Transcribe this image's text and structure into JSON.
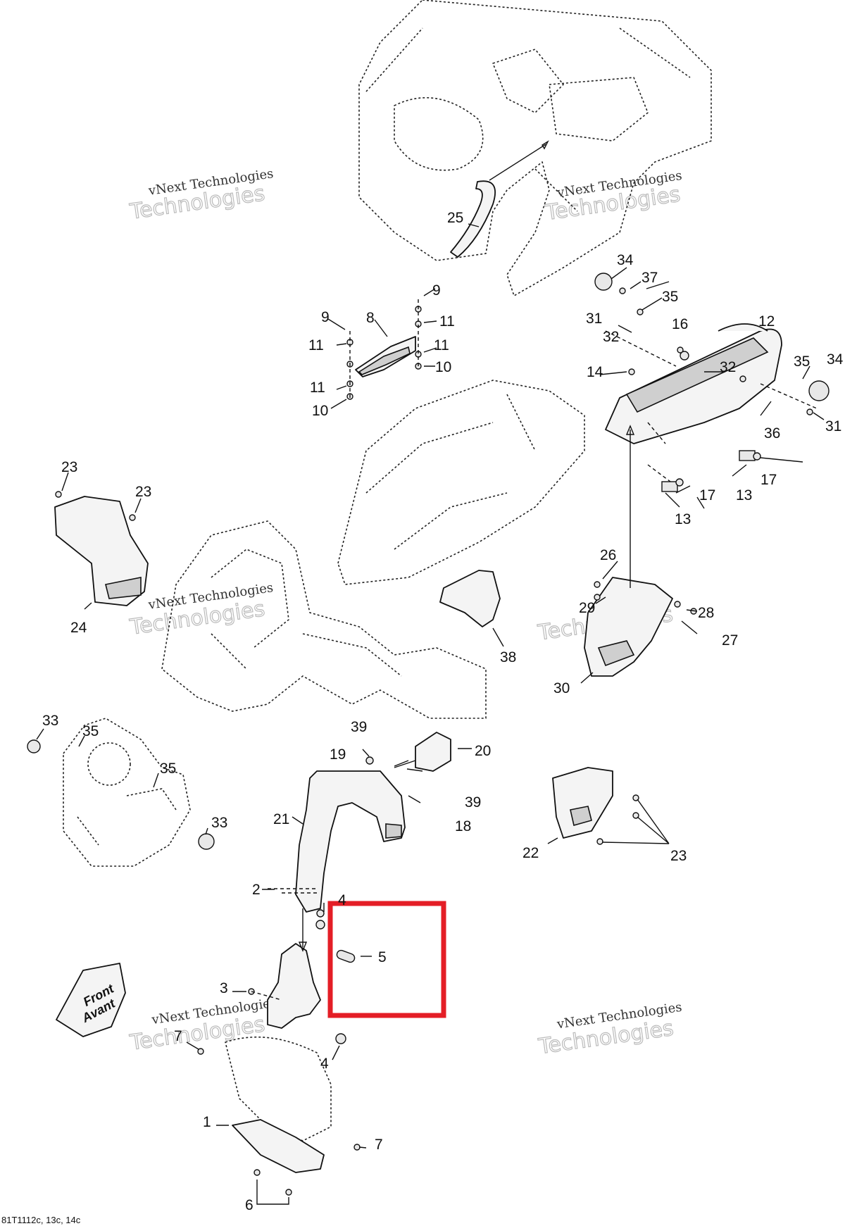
{
  "callouts": {
    "c1": "1",
    "c2": "2",
    "c3": "3",
    "c4a": "4",
    "c4b": "4",
    "c5": "5",
    "c6": "6",
    "c7a": "7",
    "c7b": "7",
    "c8": "8",
    "c9a": "9",
    "c9b": "9",
    "c10a": "10",
    "c10b": "10",
    "c11a": "11",
    "c11b": "11",
    "c11c": "11",
    "c11d": "11",
    "c12": "12",
    "c13a": "13",
    "c13b": "13",
    "c14": "14",
    "c16": "16",
    "c17a": "17",
    "c17b": "17",
    "c18": "18",
    "c19": "19",
    "c20": "20",
    "c21": "21",
    "c22": "22",
    "c23a": "23",
    "c23b": "23",
    "c23c": "23",
    "c24": "24",
    "c25": "25",
    "c26": "26",
    "c27": "27",
    "c28": "28",
    "c29": "29",
    "c30": "30",
    "c31a": "31",
    "c31b": "31",
    "c32a": "32",
    "c32b": "32",
    "c33a": "33",
    "c33b": "33",
    "c34a": "34",
    "c34b": "34",
    "c35a": "35",
    "c35b": "35",
    "c35c": "35",
    "c35d": "35",
    "c36": "36",
    "c37": "37",
    "c38": "38",
    "c39a": "39",
    "c39b": "39"
  },
  "watermark": {
    "line1": "vNext Technologies",
    "line2a": "vNext",
    "line2b": "Technologies"
  },
  "front_arrow": {
    "line1": "Front",
    "line2": "Avant"
  },
  "footer_code": "81T1112c, 13c, 14c",
  "highlight_color": "#e41e26"
}
